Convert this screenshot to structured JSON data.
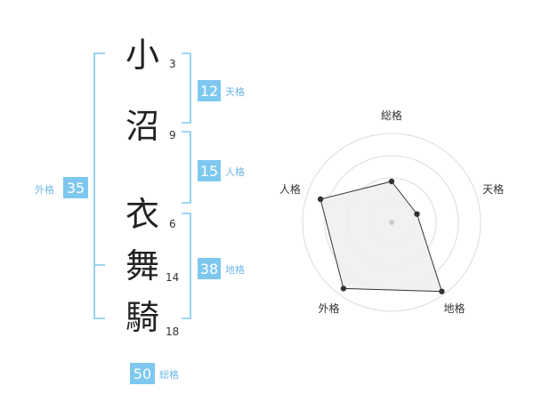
{
  "name": {
    "surname": [
      {
        "char": "小",
        "strokes": "3"
      },
      {
        "char": "沼",
        "strokes": "9"
      }
    ],
    "given": [
      {
        "char": "衣",
        "strokes": "6"
      },
      {
        "char": "舞",
        "strokes": "14"
      },
      {
        "char": "騎",
        "strokes": "18"
      }
    ]
  },
  "fortunes": {
    "tenkaku": {
      "label": "天格",
      "value": "12"
    },
    "jinkaku": {
      "label": "人格",
      "value": "15"
    },
    "chikaku": {
      "label": "地格",
      "value": "38"
    },
    "gaikaku": {
      "label": "外格",
      "value": "35"
    },
    "soukaku": {
      "label": "総格",
      "value": "50"
    }
  },
  "colors": {
    "accent": "#7ec8f0",
    "badge_text": "#ffffff",
    "label": "#6fb8e8",
    "ring": "#dcdcdc",
    "polygon_fill": "#eeeeee",
    "polygon_stroke": "#333333"
  },
  "chart_data": {
    "type": "radar",
    "axes": [
      "総格",
      "天格",
      "地格",
      "外格",
      "人格"
    ],
    "values": [
      0.46,
      0.3,
      0.96,
      0.92,
      0.84
    ],
    "range": [
      0,
      1
    ],
    "rings": 4
  }
}
